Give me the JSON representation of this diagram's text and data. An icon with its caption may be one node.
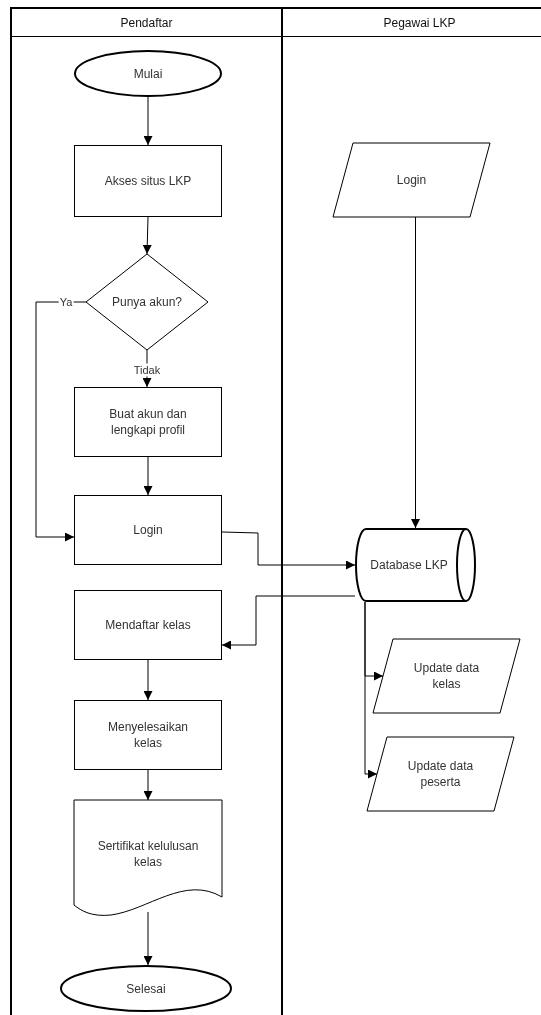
{
  "diagram": {
    "nodes": [
      {
        "text": [
          "Pendaftar"
        ]
      },
      {
        "text": [
          "Pegawai LKP"
        ]
      },
      {
        "text": [
          "Mulai"
        ],
        "in": 0
      },
      {
        "text": [
          "Akses situs LKP"
        ],
        "in": 0
      },
      {
        "text": [
          "Punya akun?"
        ],
        "in": 0
      },
      {
        "text": [
          "Buat akun dan lengkapi profil"
        ],
        "in": 0
      },
      {
        "text": [
          "Login"
        ],
        "in": 0
      },
      {
        "text": [
          "Mendaftar kelas"
        ],
        "in": 0
      },
      {
        "text": [
          "Menyelesaikan kelas"
        ],
        "in": 0
      },
      {
        "text": [
          "Sertifikat kelulusan kelas"
        ],
        "in": 0
      },
      {
        "text": [
          "Selesai"
        ],
        "in": 0
      },
      {
        "text": [
          "Login"
        ],
        "in": 1
      },
      {
        "text": [
          "Database LKP"
        ],
        "in": 1
      },
      {
        "text": [
          "Update data kelas"
        ],
        "in": 1
      },
      {
        "text": [
          "Update data peserta"
        ],
        "in": 1
      }
    ],
    "edges": [
      {
        "from": 2,
        "to": 3,
        "arrow": "to"
      },
      {
        "from": 3,
        "to": 4,
        "arrow": "to"
      },
      {
        "from": 4,
        "to": 5,
        "arrow": "to",
        "label": "Tidak"
      },
      {
        "from": 4,
        "to": 6,
        "arrow": "to",
        "label": "Ya"
      },
      {
        "from": 5,
        "to": 6,
        "arrow": "to"
      },
      {
        "from": 6,
        "to": 12,
        "arrow": "to"
      },
      {
        "from": 12,
        "to": 7,
        "arrow": "to"
      },
      {
        "from": 7,
        "to": 8,
        "arrow": "to"
      },
      {
        "from": 8,
        "to": 9,
        "arrow": "to"
      },
      {
        "from": 9,
        "to": 10,
        "arrow": "to"
      },
      {
        "from": 11,
        "to": 12,
        "arrow": "to"
      },
      {
        "from": 12,
        "to": 13,
        "arrow": "to"
      },
      {
        "from": 12,
        "to": 14,
        "arrow": "to"
      }
    ]
  }
}
